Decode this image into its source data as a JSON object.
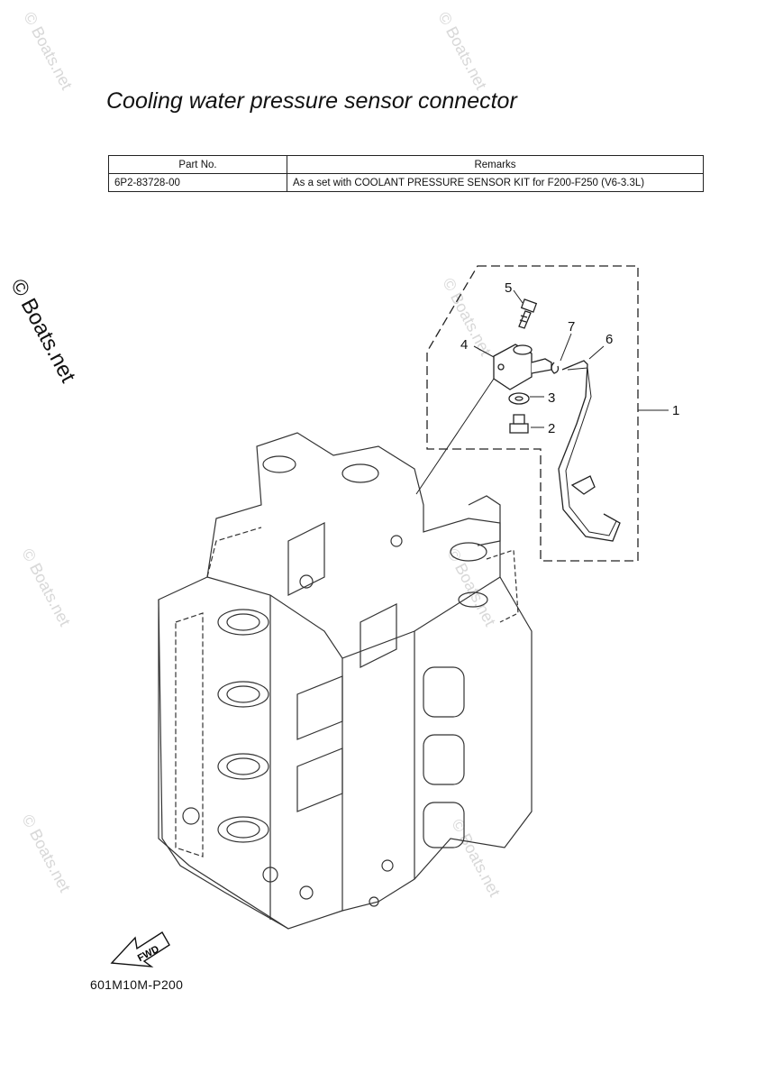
{
  "title": "Cooling water pressure sensor connector",
  "table": {
    "headers": [
      "Part No.",
      "Remarks"
    ],
    "rows": [
      [
        "6P2-83728-00",
        "As a set with COOLANT PRESSURE SENSOR KIT for F200-F250 (V6-3.3L)"
      ]
    ]
  },
  "callouts": [
    "1",
    "2",
    "3",
    "4",
    "5",
    "6",
    "7"
  ],
  "fwd_label": "FWD",
  "diagram_code": "601M10M-P200",
  "copyright": "© Boats.net",
  "watermark": "© Boats.net"
}
